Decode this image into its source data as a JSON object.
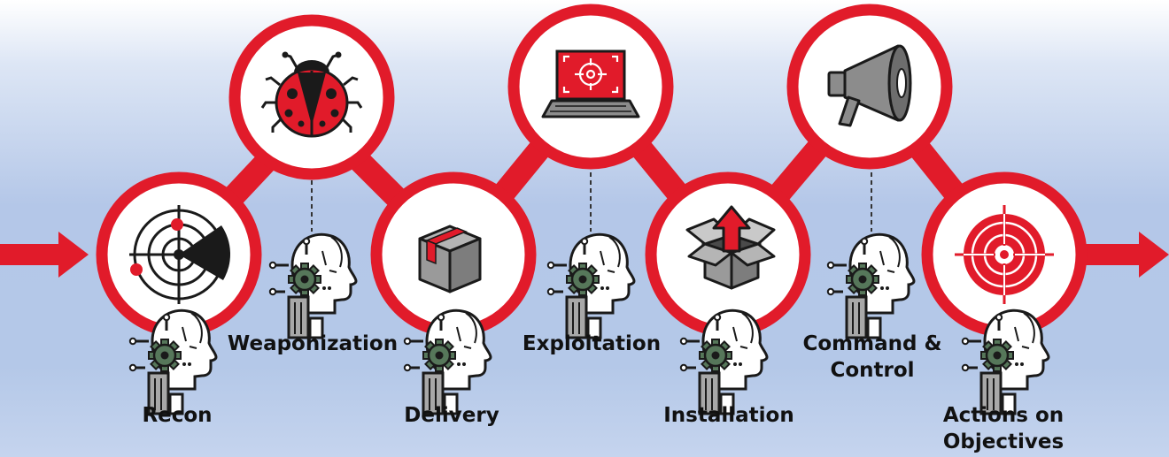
{
  "colors": {
    "accent_red": "#e11b2a",
    "ring_fill": "#ffffff",
    "outline": "#1a1a1a",
    "gray": "#8c8c8c",
    "gear_green": "#56775a"
  },
  "stages": [
    {
      "id": "recon",
      "label_lines": [
        "Recon"
      ],
      "icon": "radar-icon"
    },
    {
      "id": "weaponization",
      "label_lines": [
        "Weaponization"
      ],
      "icon": "ladybug-icon"
    },
    {
      "id": "delivery",
      "label_lines": [
        "Delivery"
      ],
      "icon": "package-box-icon"
    },
    {
      "id": "exploitation",
      "label_lines": [
        "Exploitation"
      ],
      "icon": "laptop-crosshair-icon"
    },
    {
      "id": "installation",
      "label_lines": [
        "Installation"
      ],
      "icon": "open-box-arrow-icon"
    },
    {
      "id": "command-control",
      "label_lines": [
        "Command &",
        "Control"
      ],
      "icon": "megaphone-icon"
    },
    {
      "id": "actions-on-objectives",
      "label_lines": [
        "Actions on",
        "Objectives"
      ],
      "icon": "target-icon"
    }
  ],
  "head_icon": "ai-head-gear-icon"
}
